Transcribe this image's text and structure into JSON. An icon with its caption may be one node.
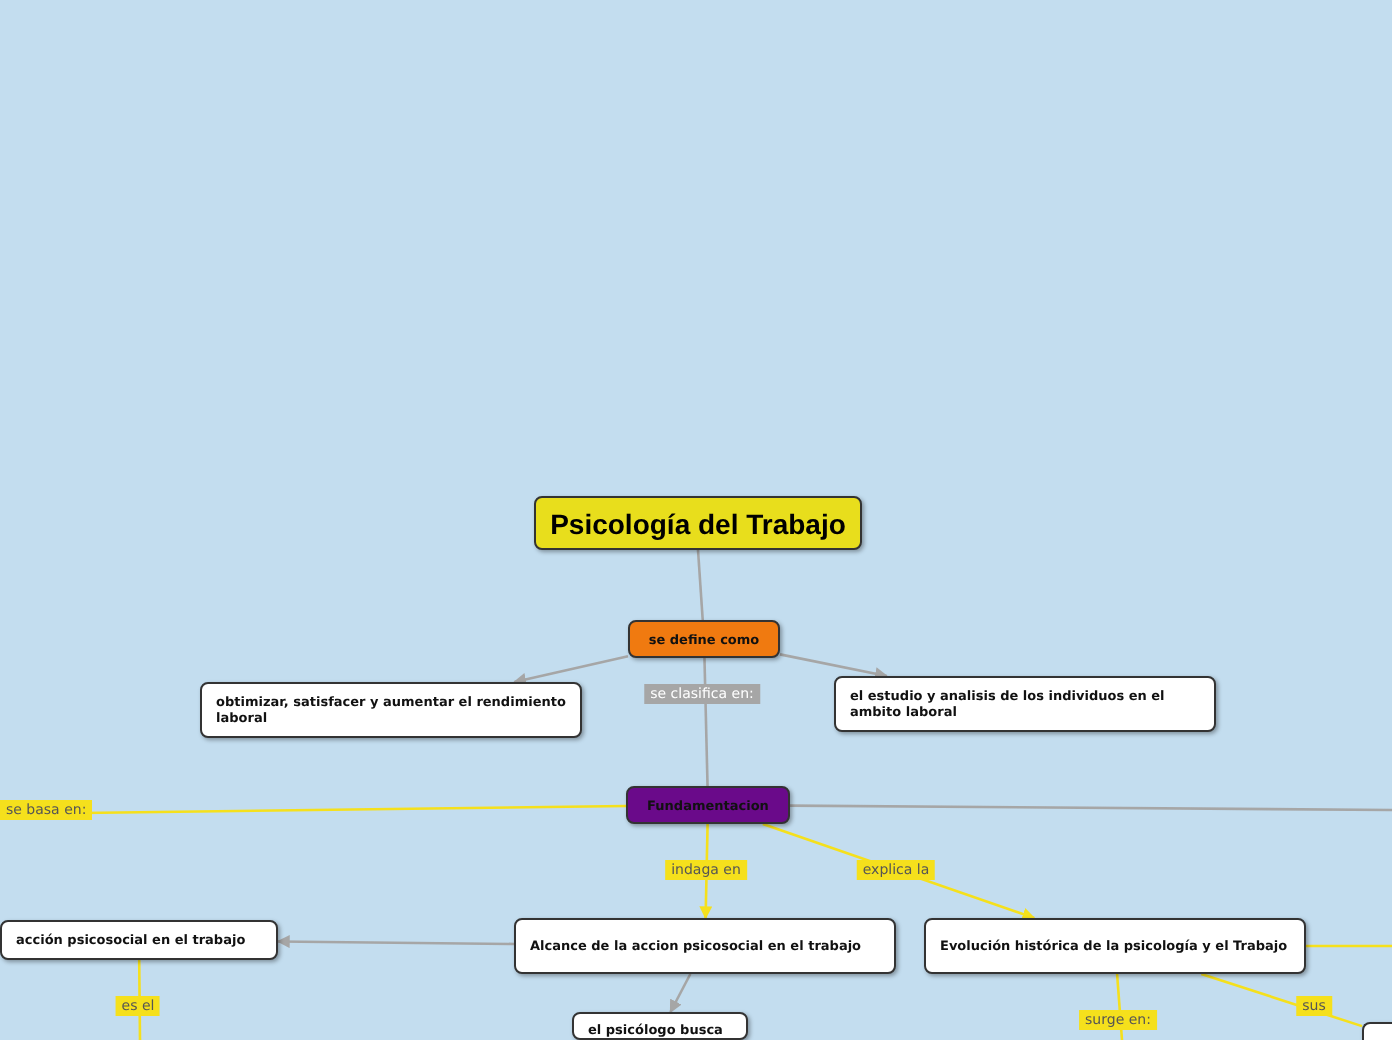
{
  "diagram": {
    "title": "Psicología del Trabajo",
    "nodes": [
      {
        "text": [
          "se define como"
        ]
      },
      {
        "text": [
          "obtimizar, satisfacer y aumentar el rendimiento laboral"
        ]
      },
      {
        "text": [
          "el estudio y analisis de los individuos en el ambito laboral"
        ]
      },
      {
        "text": [
          "Fundamentacion"
        ]
      },
      {
        "text": [
          "acción psicosocial en el trabajo"
        ]
      },
      {
        "text": [
          "Alcance de la accion psicosocial en el trabajo"
        ]
      },
      {
        "text": [
          "Evolución histórica de la psicología y el Trabajo"
        ]
      },
      {
        "text": [
          "el psicólogo busca"
        ]
      },
      {
        "text": [],
        "shape": "box"
      }
    ],
    "edges": [
      {
        "from": null,
        "to": 0,
        "arrow": "none"
      },
      {
        "from": 0,
        "to": 1,
        "arrow": "to"
      },
      {
        "from": 0,
        "to": 2,
        "arrow": "to"
      },
      {
        "from": 0,
        "to": 3,
        "label": "se clasifica en:",
        "arrow": "none"
      },
      {
        "from": 3,
        "to": null,
        "label": "se basa en:",
        "arrow": "none",
        "color": "#f5e01c"
      },
      {
        "from": 3,
        "to": null,
        "arrow": "none"
      },
      {
        "from": 3,
        "to": 5,
        "label": "indaga en",
        "arrow": "to",
        "color": "#f5e01c"
      },
      {
        "from": 3,
        "to": 6,
        "label": "explica la",
        "arrow": "to",
        "color": "#f5e01c"
      },
      {
        "from": 5,
        "to": 4,
        "arrow": "to"
      },
      {
        "from": 5,
        "to": 7,
        "arrow": "to"
      },
      {
        "from": 4,
        "to": null,
        "label": "es el",
        "arrow": "none",
        "color": "#f5e01c"
      },
      {
        "from": 6,
        "to": null,
        "arrow": "none",
        "color": "#f5e01c"
      },
      {
        "from": 6,
        "to": null,
        "label": "surge en:",
        "arrow": "none",
        "color": "#f5e01c"
      },
      {
        "from": 6,
        "to": 8,
        "label": "sus",
        "arrow": "none",
        "color": "#f5e01c"
      }
    ]
  }
}
